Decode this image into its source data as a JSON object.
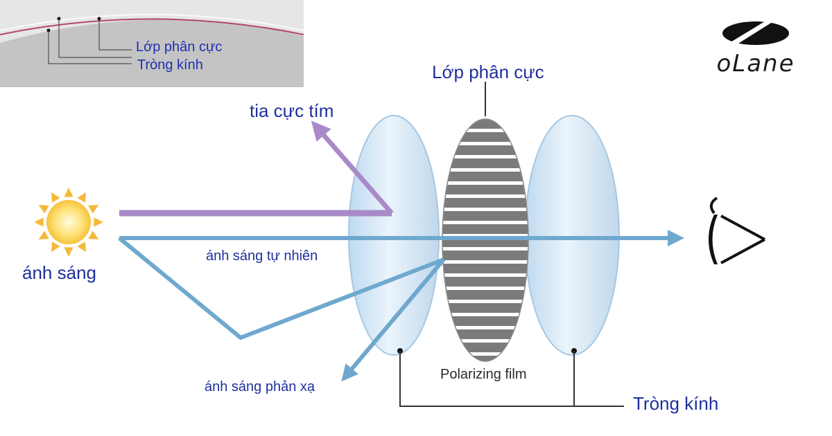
{
  "brand": {
    "name": "oLane",
    "icon": "olane-swoosh-logo"
  },
  "inset": {
    "label_polarizing_layer": "Lớp phân cực",
    "label_lens": "Tròng kính"
  },
  "diagram": {
    "polarizing_layer_label": "Lớp phân cực",
    "uv_label": "tia cực tím",
    "light_label": "ánh sáng",
    "natural_light_label": "ánh sáng tự nhiên",
    "reflected_light_label": "ánh sáng phản xạ",
    "polarizing_film_label": "Polarizing film",
    "lens_label": "Tròng kính"
  },
  "colors": {
    "uv_ray": "#a98ac9",
    "light_ray": "#6fa8cf",
    "label_blue": "#1f2f9e",
    "lens_fill": "#cfe3f4",
    "film_stripe": "#7b7b7b"
  },
  "icons": [
    "sun-icon",
    "eye-icon"
  ]
}
